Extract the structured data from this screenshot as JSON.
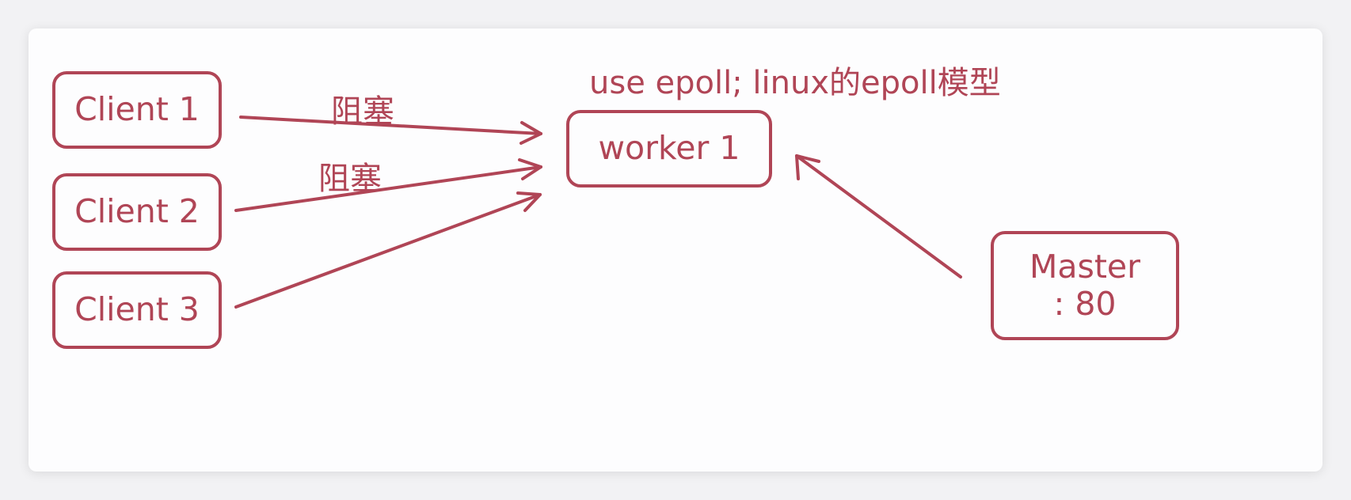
{
  "diagram": {
    "title": "use epoll; linux的epoll模型",
    "nodes": {
      "client1": "Client 1",
      "client2": "Client 2",
      "client3": "Client 3",
      "worker1": "worker 1",
      "master_line1": "Master",
      "master_line2": ": 80"
    },
    "edge_labels": {
      "client1_to_worker": "阻塞",
      "client2_to_worker": "阻塞"
    },
    "colors": {
      "accent": "#b04556",
      "background": "#fdfdfe"
    }
  }
}
